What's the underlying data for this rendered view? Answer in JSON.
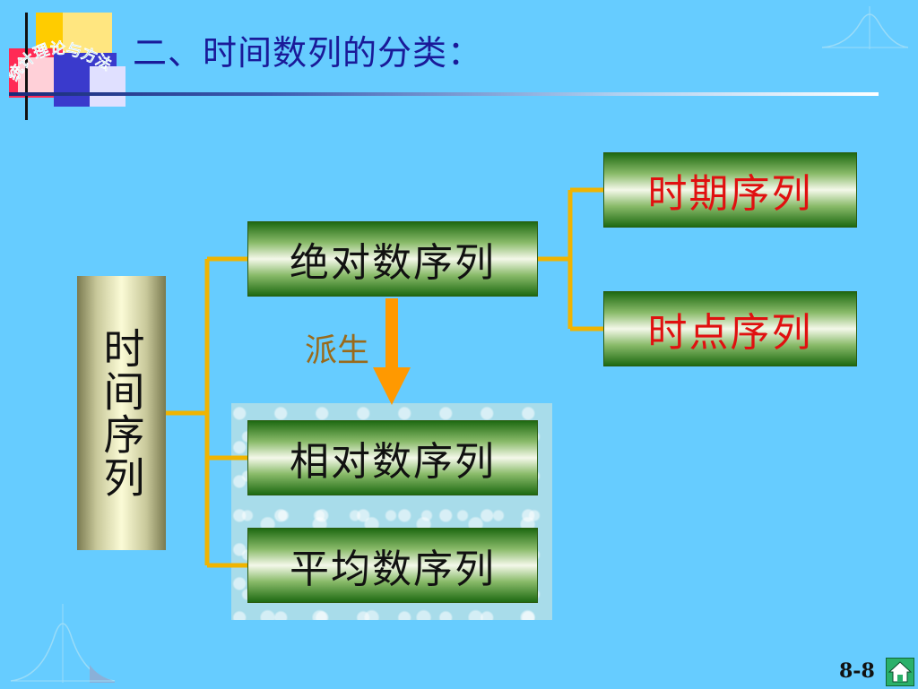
{
  "slide": {
    "title": "二、时间数列的分类：",
    "logo_text": "统计理论与方法",
    "page_number": "8-8"
  },
  "diagram": {
    "root": "时间序列",
    "absolute": "绝对数序列",
    "relative": "相对数序列",
    "average": "平均数序列",
    "period": "时期序列",
    "point": "时点序列",
    "derive_label": "派生"
  },
  "colors": {
    "background": "#66ccff",
    "title": "#1a1a99",
    "connector": "#f0b400",
    "arrow": "#ff9900",
    "emphasis_text": "#e01010",
    "derive_text": "#9a6a1a"
  },
  "icons": {
    "home": "home-icon"
  }
}
